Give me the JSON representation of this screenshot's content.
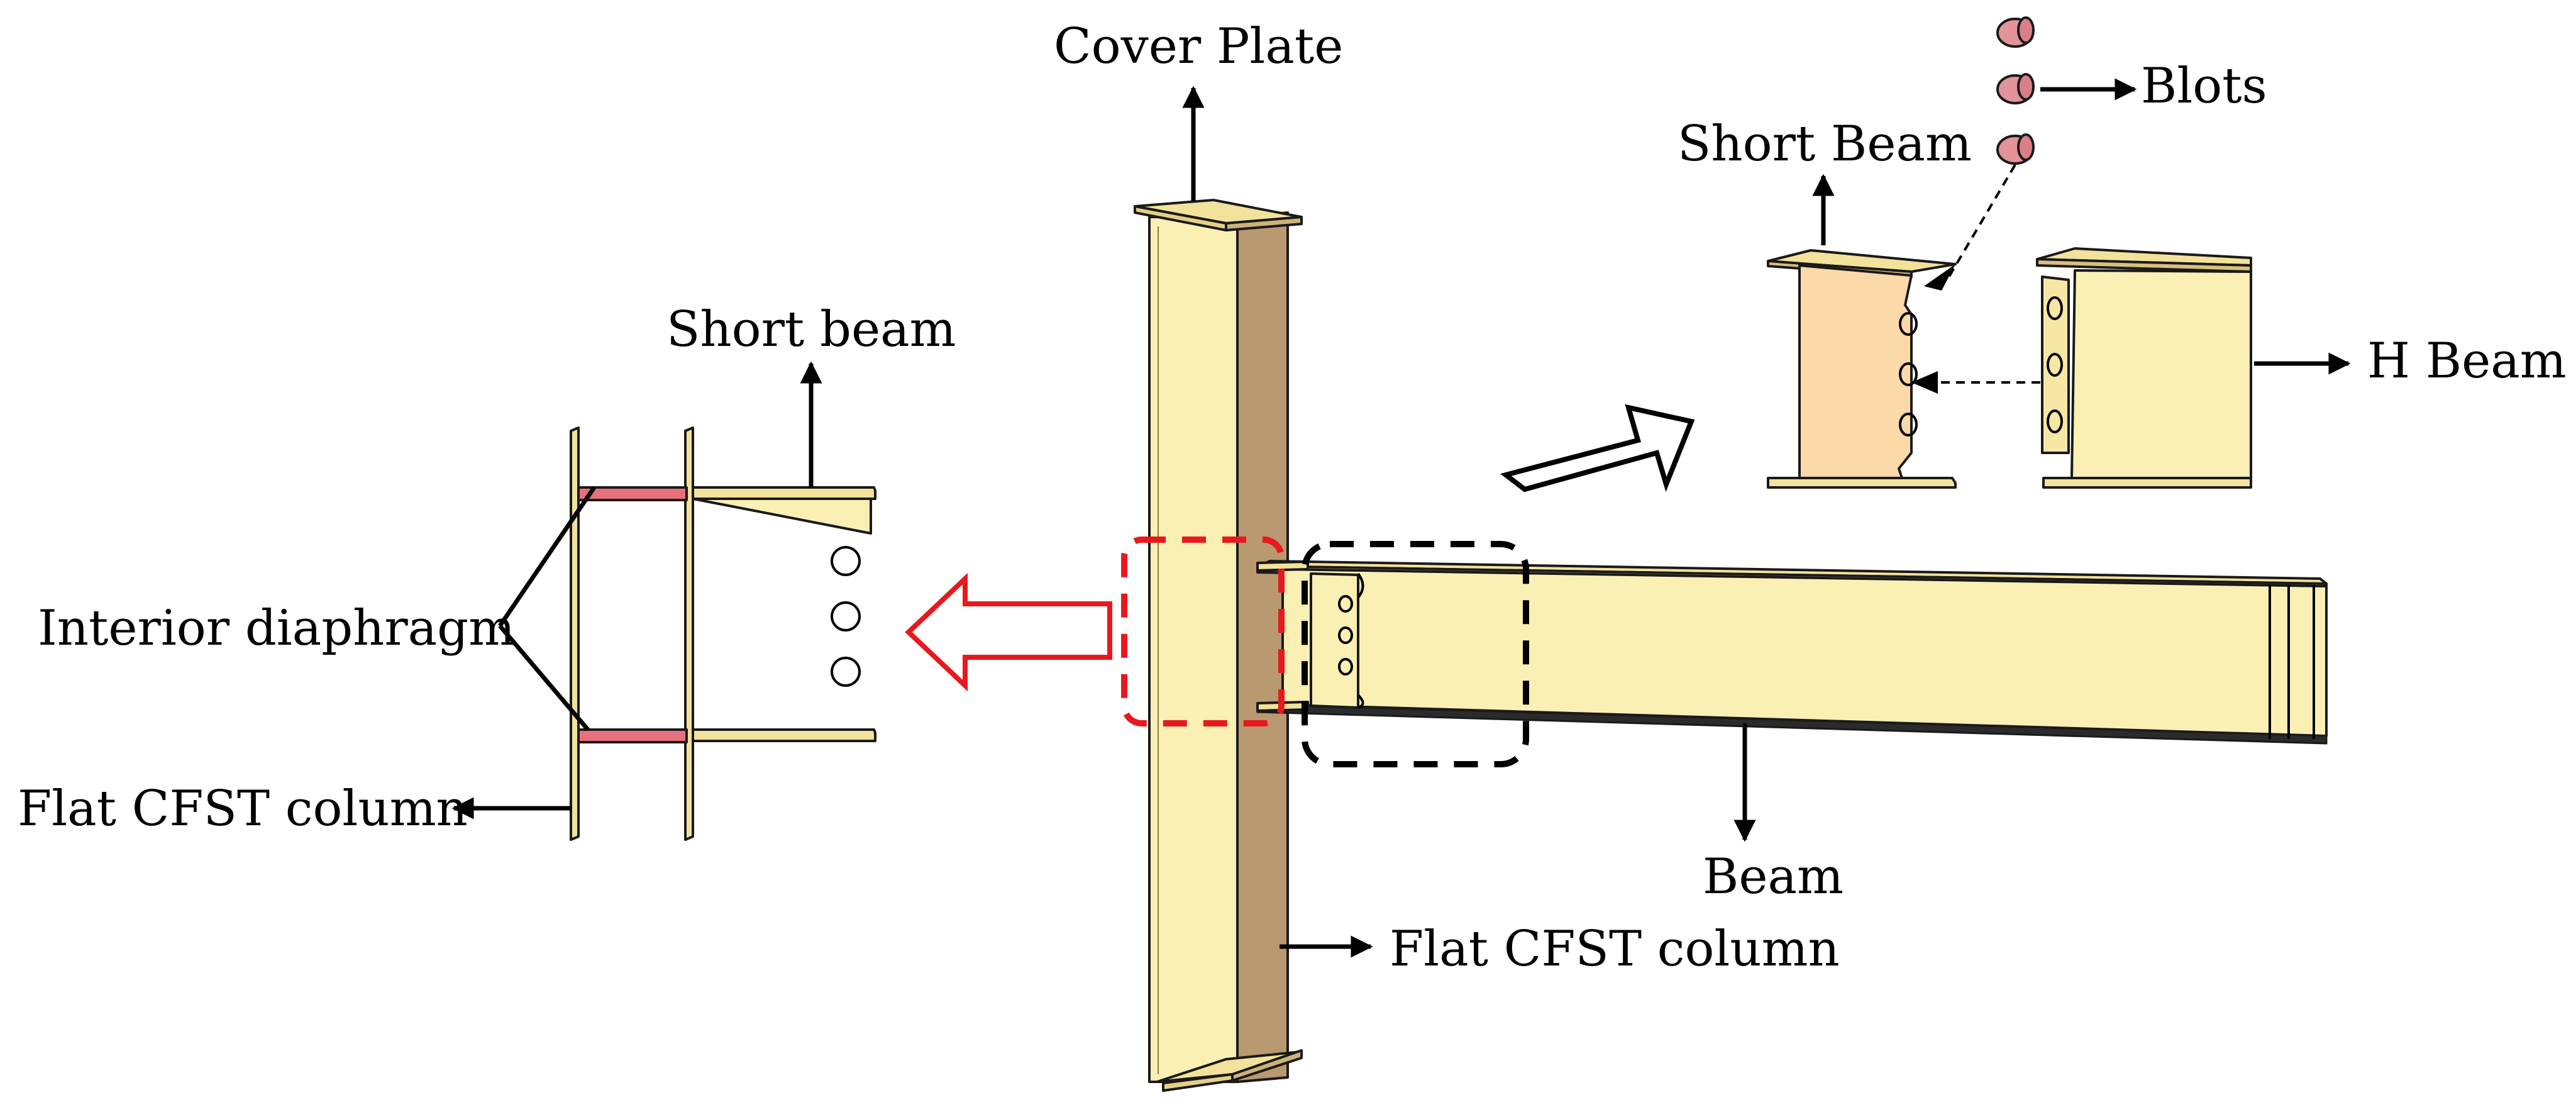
{
  "labels": {
    "cover_plate": "Cover Plate",
    "short_beam_left": "Short beam",
    "interior_diaphragm": "Interior diaphragm",
    "flat_cfst_column_left": "Flat CFST column",
    "short_beam_right": "Short Beam",
    "blots": "Blots",
    "h_beam": "H Beam",
    "beam": "Beam",
    "flat_cfst_column_main": "Flat CFST column"
  },
  "colors": {
    "steel_light": "#FBF0B4",
    "steel_mid": "#F3E29B",
    "column_side": "#B89970",
    "short_beam_fill": "#FCD9A8",
    "diaphragm": "#E8707C",
    "bolt": "#E3939A",
    "red_highlight": "#E8191D",
    "black": "#000000"
  },
  "icons": {
    "hollow_arrow_right": "hollow-arrow-icon",
    "hollow_arrow_left_red": "hollow-arrow-icon"
  }
}
